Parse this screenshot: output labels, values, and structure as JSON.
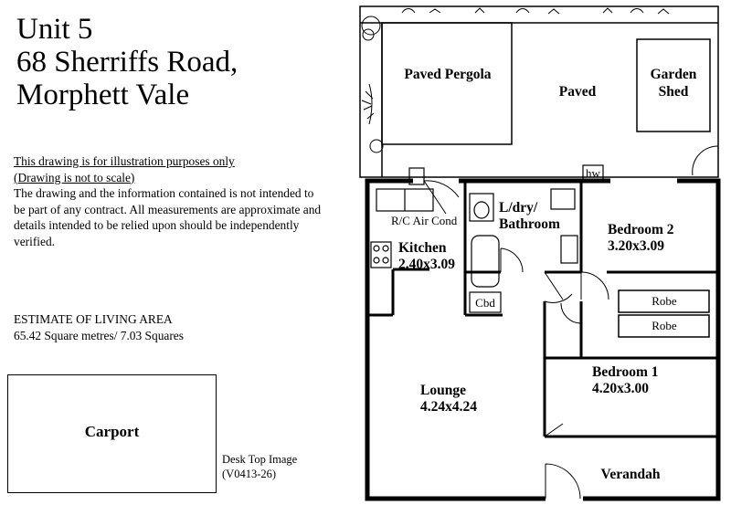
{
  "title": {
    "line1": "Unit 5",
    "line2": "68 Sherriffs Road,",
    "line3": "Morphett Vale"
  },
  "disclaimer": {
    "line1": "This drawing is for illustration purposes only",
    "line2": "(Drawing is not to scale)",
    "body": "The drawing and the information contained is not intended to be part of any contract.  All measurements are approximate and details intended to be relied upon should be independently verified."
  },
  "estimate": {
    "heading": "ESTIMATE OF LIVING AREA",
    "value": "65.42  Square metres/ 7.03 Squares"
  },
  "carport": "Carport",
  "image_ref": {
    "line1": "Desk Top Image",
    "line2": "(V0413-26)"
  },
  "rooms": {
    "pergola": "Paved Pergola",
    "paved": "Paved",
    "shed_line1": "Garden",
    "shed_line2": "Shed",
    "hw": "hw",
    "aircon": "R/C Air Cond",
    "kitchen": "Kitchen",
    "kitchen_dim": "2.40x3.09",
    "bath_line1": "L/dry/",
    "bath_line2": "Bathroom",
    "bed2": "Bedroom 2",
    "bed2_dim": "3.20x3.09",
    "robe1": "Robe",
    "robe2": "Robe",
    "cbd": "Cbd",
    "bed1": "Bedroom 1",
    "bed1_dim": "4.20x3.00",
    "lounge": "Lounge",
    "lounge_dim": "4.24x4.24",
    "verandah": "Verandah"
  }
}
